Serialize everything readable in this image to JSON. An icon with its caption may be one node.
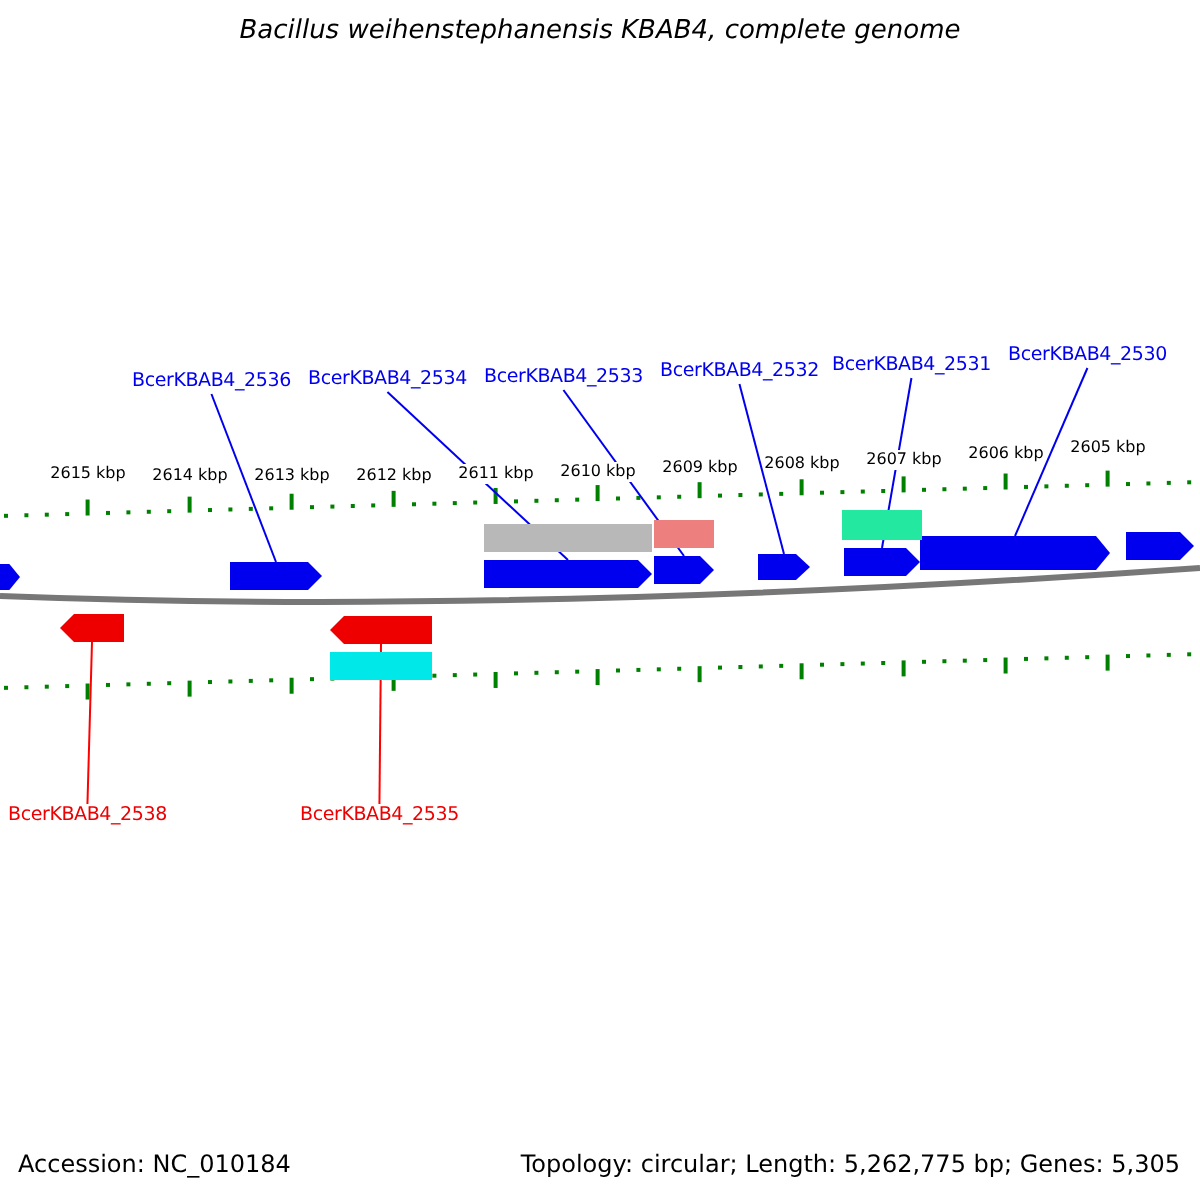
{
  "diagram": {
    "title": "Bacillus weihenstephanensis KBAB4, complete genome",
    "nodes": [
      {
        "text": [
          "BcerKBAB4_2536"
        ]
      },
      {
        "text": [
          "BcerKBAB4_2534"
        ]
      },
      {
        "text": [
          "BcerKBAB4_2533"
        ]
      },
      {
        "text": [
          "BcerKBAB4_2532"
        ]
      },
      {
        "text": [
          "BcerKBAB4_2531"
        ]
      },
      {
        "text": [
          "BcerKBAB4_2530"
        ]
      },
      {
        "text": [
          "BcerKBAB4_2538"
        ]
      },
      {
        "text": [
          "BcerKBAB4_2535"
        ]
      },
      {
        "text": [],
        "shape": "arrow"
      },
      {
        "text": [],
        "shape": "arrow"
      },
      {
        "text": [],
        "shape": "arrow"
      },
      {
        "text": [],
        "shape": "arrow"
      },
      {
        "text": [],
        "shape": "arrow"
      },
      {
        "text": [],
        "shape": "arrow"
      },
      {
        "text": [],
        "shape": "arrow"
      },
      {
        "text": [],
        "shape": "arrow"
      },
      {
        "text": [],
        "shape": "arrow"
      },
      {
        "text": [],
        "shape": "arrow"
      },
      {
        "text": [],
        "shape": "bar"
      },
      {
        "text": [],
        "shape": "bar"
      },
      {
        "text": [],
        "shape": "bar"
      },
      {
        "text": [],
        "shape": "bar"
      }
    ],
    "edges": [
      {
        "from": 0,
        "to": 8,
        "arrow": "none"
      },
      {
        "from": 1,
        "to": 9,
        "arrow": "none"
      },
      {
        "from": 2,
        "to": 10,
        "arrow": "none"
      },
      {
        "from": 3,
        "to": 11,
        "arrow": "none"
      },
      {
        "from": 4,
        "to": 12,
        "arrow": "none"
      },
      {
        "from": 5,
        "to": 13,
        "arrow": "none"
      },
      {
        "from": 6,
        "to": 14,
        "arrow": "none",
        "color": "#ff0000"
      },
      {
        "from": 7,
        "to": 15,
        "arrow": "none",
        "color": "#ff0000"
      }
    ],
    "labels": [
      "2615 kbp",
      "2614 kbp",
      "2613 kbp",
      "2612 kbp",
      "2611 kbp",
      "2610 kbp",
      "2609 kbp",
      "2608 kbp",
      "2607 kbp",
      "2606 kbp",
      "2605 kbp",
      "Accession: NC_010184",
      "Topology: circular; Length: 5,262,775 bp; Genes: 5,305"
    ]
  }
}
